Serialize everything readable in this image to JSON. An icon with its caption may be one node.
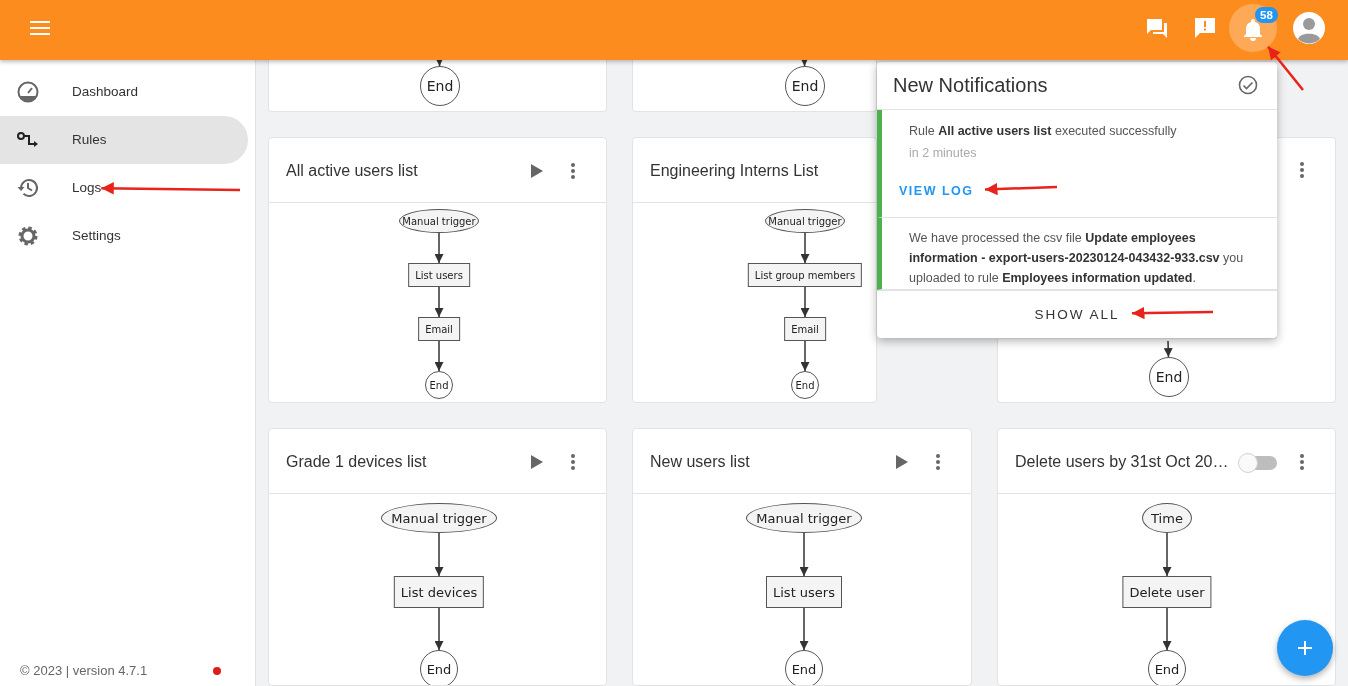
{
  "diagram": {
    "nodes": [
      {
        "text": [],
        "shape": "box"
      },
      {
        "text": [
          "End"
        ],
        "in": 0
      },
      {
        "text": [],
        "shape": "box"
      },
      {
        "text": [
          "End"
        ],
        "in": 2
      },
      {
        "text": [
          "All active users list"
        ]
      },
      {
        "text": [
          "Manual trigger"
        ],
        "in": 4
      },
      {
        "text": [
          "List users"
        ],
        "in": 4
      },
      {
        "text": [
          "Email"
        ],
        "in": 4
      },
      {
        "text": [
          "End"
        ],
        "in": 4
      },
      {
        "text": [
          "Engineering Interns List"
        ]
      },
      {
        "text": [
          "Manual trigger"
        ],
        "in": 9
      },
      {
        "text": [
          "List group members"
        ],
        "in": 9
      },
      {
        "text": [
          "Email"
        ],
        "in": 9
      },
      {
        "text": [
          "End"
        ],
        "in": 9
      },
      {
        "text": [],
        "shape": "box"
      },
      {
        "text": [
          "End"
        ],
        "in": 14
      },
      {
        "text": [
          "Grade 1 devices list"
        ]
      },
      {
        "text": [
          "Manual trigger"
        ],
        "in": 16
      },
      {
        "text": [
          "List devices"
        ],
        "in": 16
      },
      {
        "text": [
          "End"
        ],
        "in": 16
      },
      {
        "text": [
          "New users list"
        ]
      },
      {
        "text": [
          "Manual trigger"
        ],
        "in": 20
      },
      {
        "text": [
          "List users"
        ],
        "in": 20
      },
      {
        "text": [
          "End"
        ],
        "in": 20
      },
      {
        "text": [
          "Delete users by 31st Oct 20…"
        ]
      },
      {
        "text": [
          "Time"
        ],
        "in": 24
      },
      {
        "text": [
          "Delete user"
        ],
        "in": 24
      },
      {
        "text": [
          "End"
        ],
        "in": 24
      },
      {
        "text": [
          "New Notifications"
        ]
      },
      {
        "text": [
          "Rule **All active users list** executed successfully",
          "in 2 minutes"
        ],
        "in": 28
      },
      {
        "text": [
          "VIEW LOG"
        ],
        "in": 29
      },
      {
        "text": [
          "We have processed the csv file **Update employees information - export-users-20230124-043432-933.csv** you uploaded to rule **Employees information updated**."
        ],
        "in": 28
      },
      {
        "text": [
          "SHOW ALL"
        ],
        "in": 28
      },
      {
        "text": [
          "Dashboard"
        ]
      },
      {
        "text": [
          "Rules"
        ]
      },
      {
        "text": [
          "Logs"
        ]
      },
      {
        "text": [
          "Settings"
        ]
      },
      {
        "text": [
          "58"
        ]
      }
    ],
    "edges": [
      {
        "from": null,
        "to": 1,
        "arrow": "to"
      },
      {
        "from": null,
        "to": 3,
        "arrow": "to"
      },
      {
        "from": 5,
        "to": 6,
        "arrow": "to"
      },
      {
        "from": 6,
        "to": 7,
        "arrow": "to"
      },
      {
        "from": 7,
        "to": 8,
        "arrow": "to"
      },
      {
        "from": 10,
        "to": 11,
        "arrow": "to"
      },
      {
        "from": 11,
        "to": 12,
        "arrow": "to"
      },
      {
        "from": 12,
        "to": 13,
        "arrow": "to"
      },
      {
        "from": null,
        "to": 15,
        "arrow": "to"
      },
      {
        "from": 17,
        "to": 18,
        "arrow": "to"
      },
      {
        "from": 18,
        "to": 19,
        "arrow": "to"
      },
      {
        "from": 21,
        "to": 22,
        "arrow": "to"
      },
      {
        "from": 22,
        "to": 23,
        "arrow": "to"
      },
      {
        "from": 25,
        "to": 26,
        "arrow": "to"
      },
      {
        "from": 26,
        "to": 27,
        "arrow": "to"
      },
      {
        "from": null,
        "to": 35,
        "arrow": "to",
        "color": "#e8231c"
      },
      {
        "from": null,
        "to": 30,
        "arrow": "to",
        "color": "#e8231c"
      },
      {
        "from": null,
        "to": 32,
        "arrow": "to",
        "color": "#e8231c"
      },
      {
        "from": null,
        "to": 37,
        "arrow": "to",
        "color": "#e8231c"
      }
    ],
    "labels": [
      "© 2023 | version 4.7.1"
    ]
  }
}
